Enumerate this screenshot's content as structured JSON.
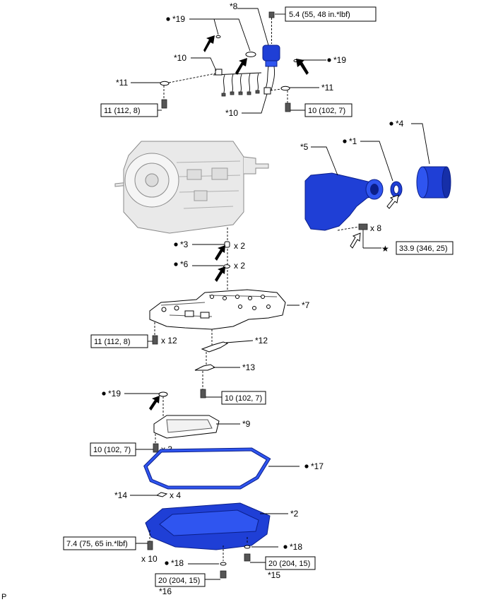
{
  "callouts": {
    "c8": "*8",
    "c19a": "*19",
    "c19b": "*19",
    "c10a": "*10",
    "c10b": "*10",
    "c11a": "*11",
    "c11b": "*11",
    "c4": "*4",
    "c5": "*5",
    "c1": "*1",
    "c3": "*3",
    "c6": "*6",
    "c7": "*7",
    "c12": "*12",
    "c13": "*13",
    "c19c": "*19",
    "c9": "*9",
    "c17": "*17",
    "c14": "*14",
    "c2": "*2",
    "c18a": "*18",
    "c18b": "*18",
    "c15": "*15",
    "c16": "*16"
  },
  "torques": {
    "t_oil_sensor": "5.4 (55, 48 in.*lbf)",
    "t_wire_left": "11 (112, 8)",
    "t_wire_right": "10 (102, 7)",
    "t_ext_housing": "33.9 (346, 25)",
    "t_valve_body": "11 (112, 8)",
    "t_detent": "10 (102, 7)",
    "t_strainer": "10 (102, 7)",
    "t_pan": "7.4 (75, 65 in.*lbf)",
    "t_plug_right": "20 (204, 15)",
    "t_plug_bottom": "20 (204, 15)"
  },
  "quantities": {
    "q_ext": "x 8",
    "q3": "x 2",
    "q6": "x 2",
    "q_vb": "x 12",
    "q_str": "x 3",
    "q14": "x 4",
    "q_pan": "x 10"
  },
  "footer": {
    "code": "P"
  },
  "colors": {
    "new_part_blue": "#1f3fd6",
    "ink": "#000000",
    "housing_grey": "#e9e9e9"
  },
  "symbols": {
    "bullet": "●",
    "star": "★",
    "non_reusable_marker": "bullet-dot",
    "precoated_marker": "star-mark"
  }
}
